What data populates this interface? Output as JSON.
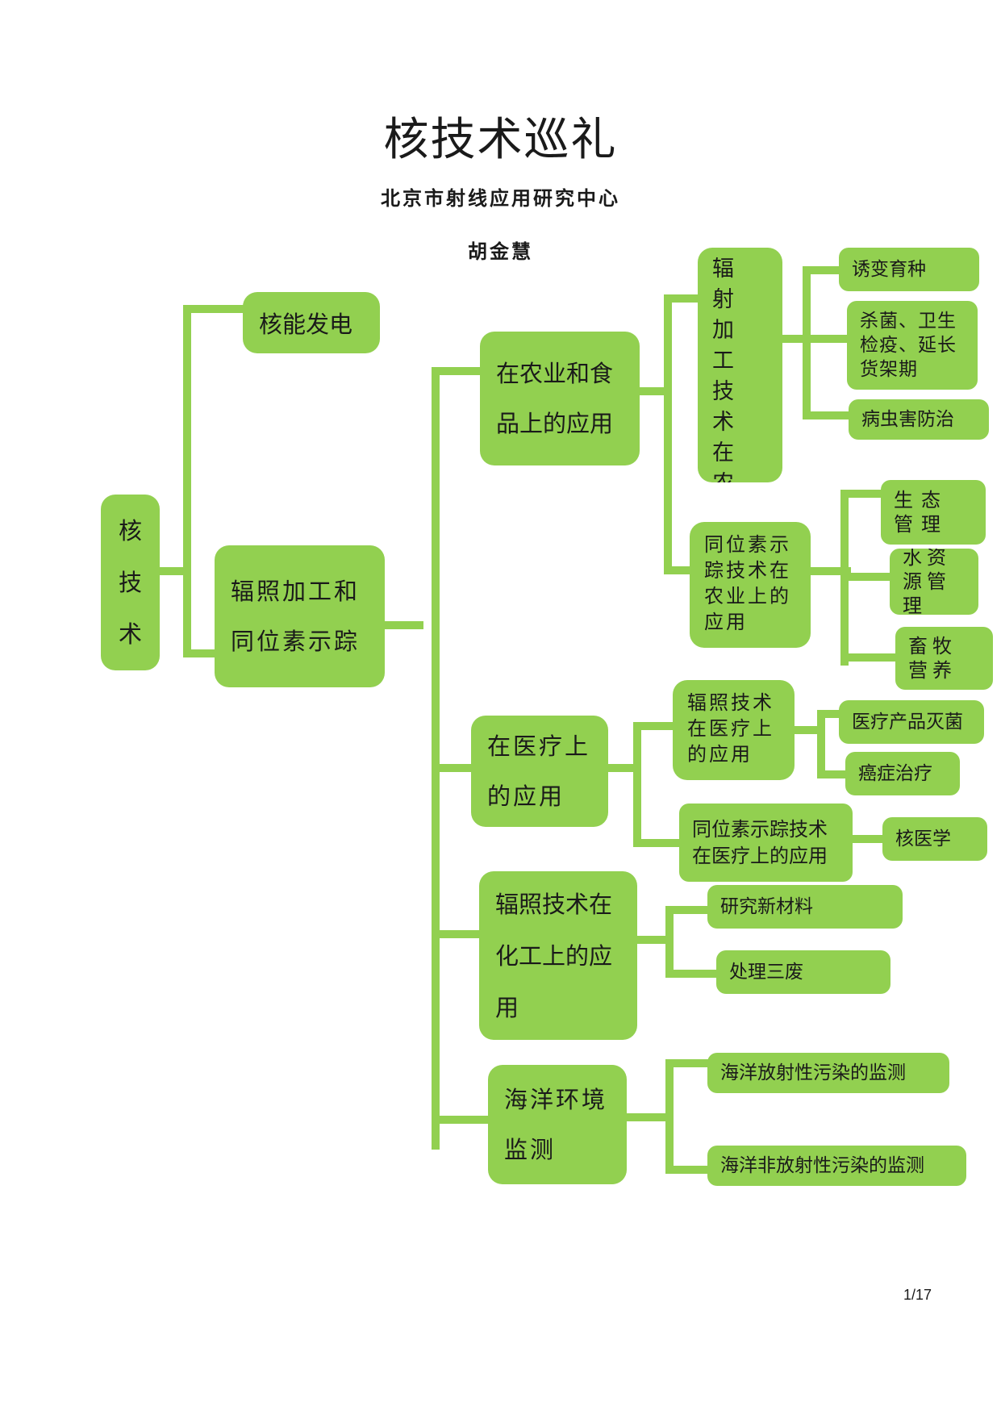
{
  "title": "核技术巡礼",
  "organization": "北京市射线应用研究中心",
  "author": "胡金慧",
  "page_number": "1/17",
  "colors": {
    "node": "#92d050",
    "line": "#92d050"
  },
  "nodes": {
    "root": "核技术",
    "power": "核能发电",
    "irradiation": "辐照加工和同位素示踪",
    "agri": "在农业和食品上的应用",
    "agri_rad": "辐射加工技术在农业上应用",
    "mutation": "诱变育种",
    "sterilize": "杀菌、卫生检疫、延长货架期",
    "pest": "病虫害防治",
    "agri_iso": "同位素示踪技术在农业上的应用",
    "eco": "生态管理",
    "water": "水资源管理",
    "livestock": "畜牧营养",
    "medical": "在医疗上的应用",
    "med_rad": "辐照技术在医疗上的应用",
    "med_sterile": "医疗产品灭菌",
    "cancer": "癌症治疗",
    "med_iso": "同位素示踪技术在医疗上的应用",
    "nuclear_med": "核医学",
    "chem": "辐照技术在化工上的应用",
    "materials": "研究新材料",
    "waste": "处理三废",
    "ocean": "海洋环境监测",
    "ocean_rad": "海洋放射性污染的监测",
    "ocean_nonrad": "海洋非放射性污染的监测"
  }
}
